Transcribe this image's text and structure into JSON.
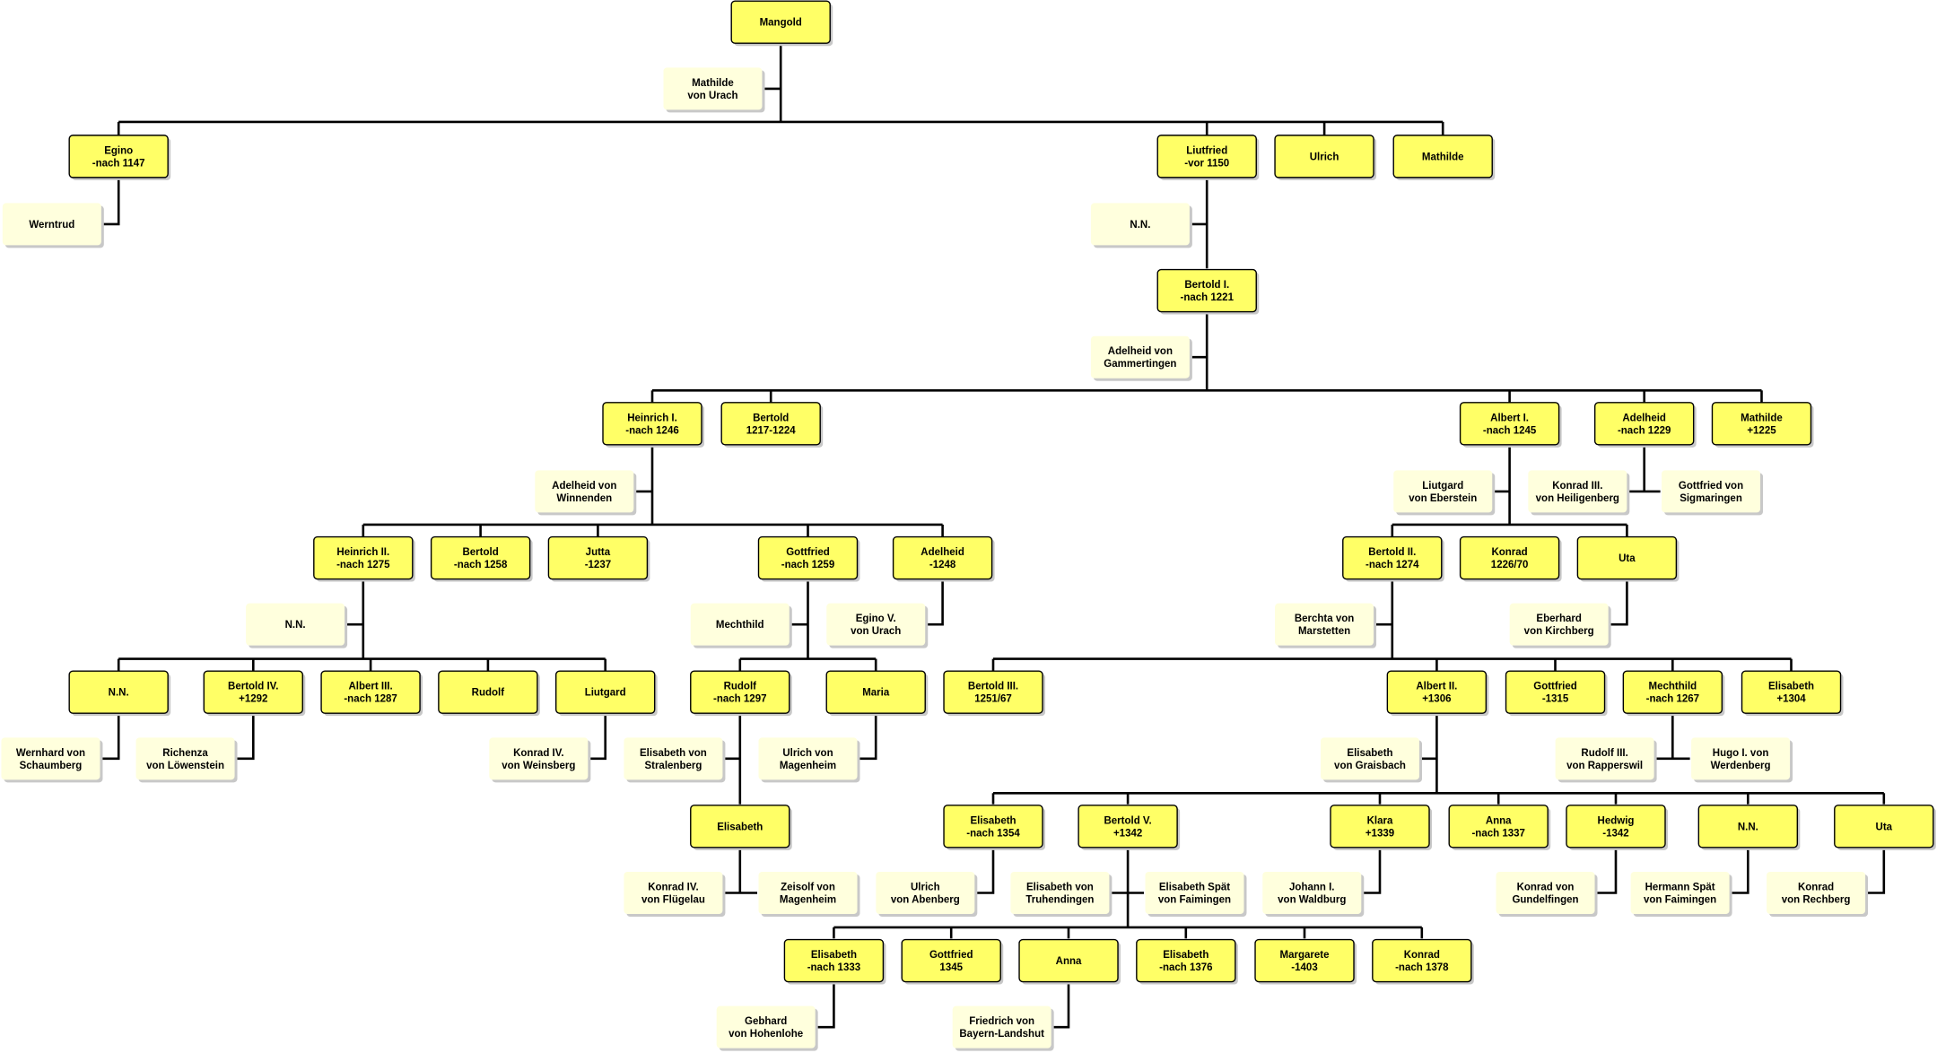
{
  "colors": {
    "person": "#ffff66",
    "spouse": "#ffffdd",
    "border": "#000000",
    "line": "#000000",
    "shadow": "#c8c8c8"
  },
  "people": [
    {
      "id": "mangold",
      "lines": [
        "Mangold"
      ],
      "kind": "person"
    },
    {
      "id": "mathilde-urach",
      "lines": [
        "Mathilde",
        "von Urach"
      ],
      "kind": "spouse"
    },
    {
      "id": "egino",
      "lines": [
        "Egino",
        "-nach 1147"
      ],
      "kind": "person"
    },
    {
      "id": "werntrud",
      "lines": [
        "Werntrud"
      ],
      "kind": "spouse"
    },
    {
      "id": "liutfried",
      "lines": [
        "Liutfried",
        "-vor 1150"
      ],
      "kind": "person"
    },
    {
      "id": "ulrich-1",
      "lines": [
        "Ulrich"
      ],
      "kind": "person"
    },
    {
      "id": "mathilde-1",
      "lines": [
        "Mathilde"
      ],
      "kind": "person"
    },
    {
      "id": "nn-1",
      "lines": [
        "N.N."
      ],
      "kind": "spouse"
    },
    {
      "id": "bertold-i",
      "lines": [
        "Bertold I.",
        "-nach 1221"
      ],
      "kind": "person"
    },
    {
      "id": "adelheid-gammertingen",
      "lines": [
        "Adelheid von",
        "Gammertingen"
      ],
      "kind": "spouse"
    },
    {
      "id": "heinrich-i",
      "lines": [
        "Heinrich I.",
        "-nach 1246"
      ],
      "kind": "person"
    },
    {
      "id": "bertold-1217",
      "lines": [
        "Bertold",
        "1217-1224"
      ],
      "kind": "person"
    },
    {
      "id": "albert-i",
      "lines": [
        "Albert I.",
        "-nach 1245"
      ],
      "kind": "person"
    },
    {
      "id": "adelheid-1229",
      "lines": [
        "Adelheid",
        "-nach 1229"
      ],
      "kind": "person"
    },
    {
      "id": "mathilde-1225",
      "lines": [
        "Mathilde",
        "+1225"
      ],
      "kind": "person"
    },
    {
      "id": "adelheid-winnenden",
      "lines": [
        "Adelheid von",
        "Winnenden"
      ],
      "kind": "spouse"
    },
    {
      "id": "liutgard-eberstein",
      "lines": [
        "Liutgard",
        "von Eberstein"
      ],
      "kind": "spouse"
    },
    {
      "id": "konrad-heiligenberg",
      "lines": [
        "Konrad III.",
        "von Heiligenberg"
      ],
      "kind": "spouse"
    },
    {
      "id": "gottfried-sigmaringen",
      "lines": [
        "Gottfried von",
        "Sigmaringen"
      ],
      "kind": "spouse"
    },
    {
      "id": "heinrich-ii",
      "lines": [
        "Heinrich II.",
        "-nach 1275"
      ],
      "kind": "person"
    },
    {
      "id": "bertold-1258",
      "lines": [
        "Bertold",
        "-nach 1258"
      ],
      "kind": "person"
    },
    {
      "id": "jutta",
      "lines": [
        "Jutta",
        "-1237"
      ],
      "kind": "person"
    },
    {
      "id": "gottfried-1259",
      "lines": [
        "Gottfried",
        "-nach 1259"
      ],
      "kind": "person"
    },
    {
      "id": "adelheid-1248",
      "lines": [
        "Adelheid",
        "-1248"
      ],
      "kind": "person"
    },
    {
      "id": "bertold-ii",
      "lines": [
        "Bertold II.",
        "-nach 1274"
      ],
      "kind": "person"
    },
    {
      "id": "konrad-1226",
      "lines": [
        "Konrad",
        "1226/70"
      ],
      "kind": "person"
    },
    {
      "id": "uta-1",
      "lines": [
        "Uta"
      ],
      "kind": "person"
    },
    {
      "id": "nn-2",
      "lines": [
        "N.N."
      ],
      "kind": "spouse"
    },
    {
      "id": "mechthild-1",
      "lines": [
        "Mechthild"
      ],
      "kind": "spouse"
    },
    {
      "id": "egino-v",
      "lines": [
        "Egino V.",
        "von Urach"
      ],
      "kind": "spouse"
    },
    {
      "id": "berchta",
      "lines": [
        "Berchta von",
        "Marstetten"
      ],
      "kind": "spouse"
    },
    {
      "id": "eberhard",
      "lines": [
        "Eberhard",
        "von Kirchberg"
      ],
      "kind": "spouse"
    },
    {
      "id": "nn-3",
      "lines": [
        "N.N."
      ],
      "kind": "person"
    },
    {
      "id": "bertold-iv",
      "lines": [
        "Bertold IV.",
        "+1292"
      ],
      "kind": "person"
    },
    {
      "id": "albert-iii",
      "lines": [
        "Albert III.",
        "-nach 1287"
      ],
      "kind": "person"
    },
    {
      "id": "rudolf-1",
      "lines": [
        "Rudolf"
      ],
      "kind": "person"
    },
    {
      "id": "liutgard-1",
      "lines": [
        "Liutgard"
      ],
      "kind": "person"
    },
    {
      "id": "rudolf-1297",
      "lines": [
        "Rudolf",
        "-nach 1297"
      ],
      "kind": "person"
    },
    {
      "id": "maria",
      "lines": [
        "Maria"
      ],
      "kind": "person"
    },
    {
      "id": "bertold-iii",
      "lines": [
        "Bertold III.",
        "1251/67"
      ],
      "kind": "person"
    },
    {
      "id": "albert-ii",
      "lines": [
        "Albert II.",
        "+1306"
      ],
      "kind": "person"
    },
    {
      "id": "gottfried-1315",
      "lines": [
        "Gottfried",
        "-1315"
      ],
      "kind": "person"
    },
    {
      "id": "mechthild-1267",
      "lines": [
        "Mechthild",
        "-nach 1267"
      ],
      "kind": "person"
    },
    {
      "id": "elisabeth-1304",
      "lines": [
        "Elisabeth",
        "+1304"
      ],
      "kind": "person"
    },
    {
      "id": "wernhard",
      "lines": [
        "Wernhard von",
        "Schaumberg"
      ],
      "kind": "spouse"
    },
    {
      "id": "richenza",
      "lines": [
        "Richenza",
        "von Löwenstein"
      ],
      "kind": "spouse"
    },
    {
      "id": "konrad-weinsberg",
      "lines": [
        "Konrad IV.",
        "von Weinsberg"
      ],
      "kind": "spouse"
    },
    {
      "id": "elisabeth-stralenberg",
      "lines": [
        "Elisabeth von",
        "Stralenberg"
      ],
      "kind": "spouse"
    },
    {
      "id": "ulrich-magenheim",
      "lines": [
        "Ulrich von",
        "Magenheim"
      ],
      "kind": "spouse"
    },
    {
      "id": "elisabeth-graisbach",
      "lines": [
        "Elisabeth",
        "von Graisbach"
      ],
      "kind": "spouse"
    },
    {
      "id": "rudolf-rapperswil",
      "lines": [
        "Rudolf III.",
        "von Rapperswil"
      ],
      "kind": "spouse"
    },
    {
      "id": "hugo-werdenberg",
      "lines": [
        "Hugo I. von",
        "Werdenberg"
      ],
      "kind": "spouse"
    },
    {
      "id": "elisabeth-3",
      "lines": [
        "Elisabeth"
      ],
      "kind": "person"
    },
    {
      "id": "elisabeth-1354",
      "lines": [
        "Elisabeth",
        "-nach 1354"
      ],
      "kind": "person"
    },
    {
      "id": "bertold-v",
      "lines": [
        "Bertold V.",
        "+1342"
      ],
      "kind": "person"
    },
    {
      "id": "klara",
      "lines": [
        "Klara",
        "+1339"
      ],
      "kind": "person"
    },
    {
      "id": "anna-1337",
      "lines": [
        "Anna",
        "-nach 1337"
      ],
      "kind": "person"
    },
    {
      "id": "hedwig",
      "lines": [
        "Hedwig",
        "-1342"
      ],
      "kind": "person"
    },
    {
      "id": "nn-4",
      "lines": [
        "N.N."
      ],
      "kind": "person"
    },
    {
      "id": "uta-2",
      "lines": [
        "Uta"
      ],
      "kind": "person"
    },
    {
      "id": "konrad-fluegelau",
      "lines": [
        "Konrad IV.",
        "von Flügelau"
      ],
      "kind": "spouse"
    },
    {
      "id": "zeisolf",
      "lines": [
        "Zeisolf von",
        "Magenheim"
      ],
      "kind": "spouse"
    },
    {
      "id": "ulrich-abenberg",
      "lines": [
        "Ulrich",
        "von Abenberg"
      ],
      "kind": "spouse"
    },
    {
      "id": "elisabeth-truhendingen",
      "lines": [
        "Elisabeth von",
        "Truhendingen"
      ],
      "kind": "spouse"
    },
    {
      "id": "elisabeth-spaet",
      "lines": [
        "Elisabeth Spät",
        "von Faimingen"
      ],
      "kind": "spouse"
    },
    {
      "id": "johann-waldburg",
      "lines": [
        "Johann I.",
        "von Waldburg"
      ],
      "kind": "spouse"
    },
    {
      "id": "konrad-gundelfingen",
      "lines": [
        "Konrad von",
        "Gundelfingen"
      ],
      "kind": "spouse"
    },
    {
      "id": "hermann-spaet",
      "lines": [
        "Hermann Spät",
        "von Faimingen"
      ],
      "kind": "spouse"
    },
    {
      "id": "konrad-rechberg",
      "lines": [
        "Konrad",
        "von Rechberg"
      ],
      "kind": "spouse"
    },
    {
      "id": "elisabeth-1333",
      "lines": [
        "Elisabeth",
        "-nach 1333"
      ],
      "kind": "person"
    },
    {
      "id": "gottfried-1345",
      "lines": [
        "Gottfried",
        "1345"
      ],
      "kind": "person"
    },
    {
      "id": "anna-2",
      "lines": [
        "Anna"
      ],
      "kind": "person"
    },
    {
      "id": "elisabeth-1376",
      "lines": [
        "Elisabeth",
        "-nach 1376"
      ],
      "kind": "person"
    },
    {
      "id": "margarete",
      "lines": [
        "Margarete",
        "-1403"
      ],
      "kind": "person"
    },
    {
      "id": "konrad-1378",
      "lines": [
        "Konrad",
        "-nach 1378"
      ],
      "kind": "person"
    },
    {
      "id": "gebhard",
      "lines": [
        "Gebhard",
        "von Hohenlohe"
      ],
      "kind": "spouse"
    },
    {
      "id": "friedrich",
      "lines": [
        "Friedrich von",
        "Bayern-Landshut"
      ],
      "kind": "spouse"
    }
  ]
}
